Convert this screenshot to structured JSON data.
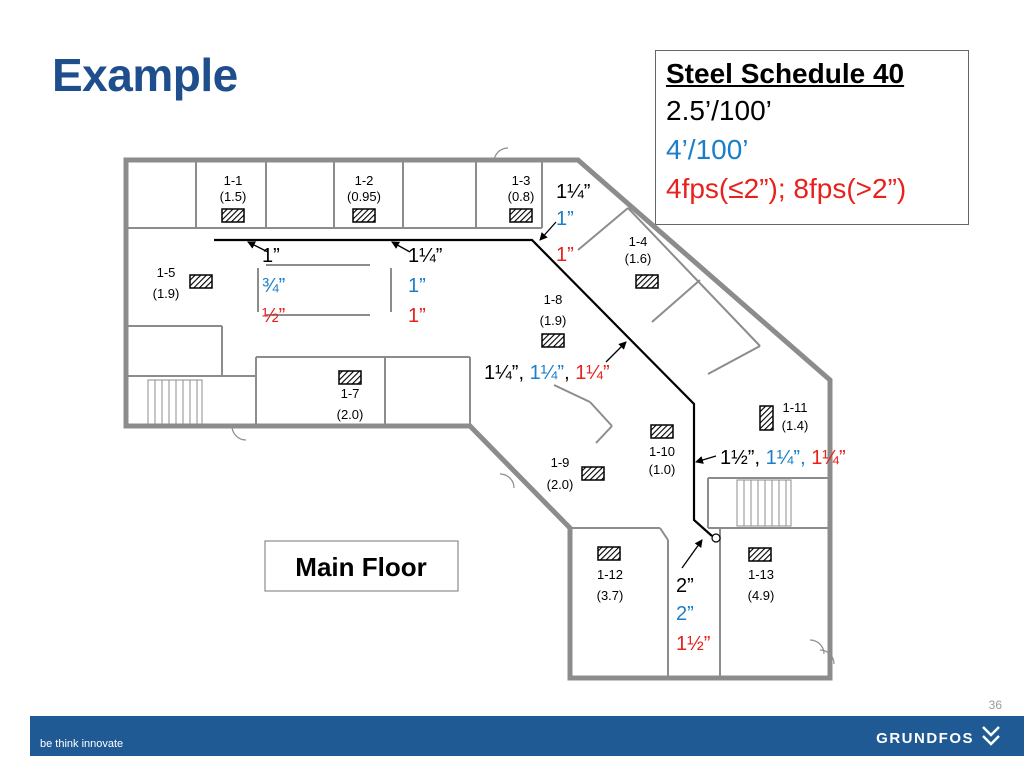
{
  "slide": {
    "title": "Example",
    "page_number": "36"
  },
  "spec": {
    "title": "Steel Schedule 40",
    "lines": [
      {
        "text": "2.5’/100’",
        "color": "#000000"
      },
      {
        "text": "4’/100’",
        "color": "#1a7fc8"
      },
      {
        "text": "4fps(≤2”); 8fps(>2”)",
        "color": "#e8211c"
      }
    ]
  },
  "floor_label": "Main Floor",
  "rooms": [
    {
      "id": "1-1",
      "value": "(1.5)"
    },
    {
      "id": "1-2",
      "value": "(0.95)"
    },
    {
      "id": "1-3",
      "value": "(0.8)"
    },
    {
      "id": "1-4",
      "value": "(1.6)"
    },
    {
      "id": "1-5",
      "value": "(1.9)"
    },
    {
      "id": "1-7",
      "value": "(2.0)"
    },
    {
      "id": "1-8",
      "value": "(1.9)"
    },
    {
      "id": "1-9",
      "value": "(2.0)"
    },
    {
      "id": "1-10",
      "value": "(1.0)"
    },
    {
      "id": "1-11",
      "value": "(1.4)"
    },
    {
      "id": "1-12",
      "value": "(3.7)"
    },
    {
      "id": "1-13",
      "value": "(4.9)"
    }
  ],
  "pipe_labels": {
    "top_right": {
      "black": "1¼”",
      "blue": "1”",
      "red": "1”"
    },
    "left": {
      "black": "1”",
      "blue": "¾”",
      "red": "½”"
    },
    "mid": {
      "black": "1¼”",
      "blue": "1”",
      "red": "1”"
    },
    "diag": {
      "black": "1¼”",
      "blue": "1¼”",
      "red": "1¼”",
      "sep": ","
    },
    "right": {
      "black": "1½”",
      "blue": "1¼”",
      "red": "1¼”",
      "sep": ","
    },
    "bottom": {
      "black": "2”",
      "blue": "2”",
      "red": "1½”"
    }
  },
  "colors": {
    "title": "#1f4e8c",
    "blue": "#1a7fc8",
    "red": "#e8211c",
    "wall": "#8c8c8c",
    "footer": "#1f5a94"
  },
  "footer": {
    "tagline": "be think innovate",
    "logo": "GRUNDFOS"
  },
  "icons": [
    "diffuser-icon",
    "door-swing-icon",
    "stairs-icon",
    "grundfos-mark-icon"
  ]
}
